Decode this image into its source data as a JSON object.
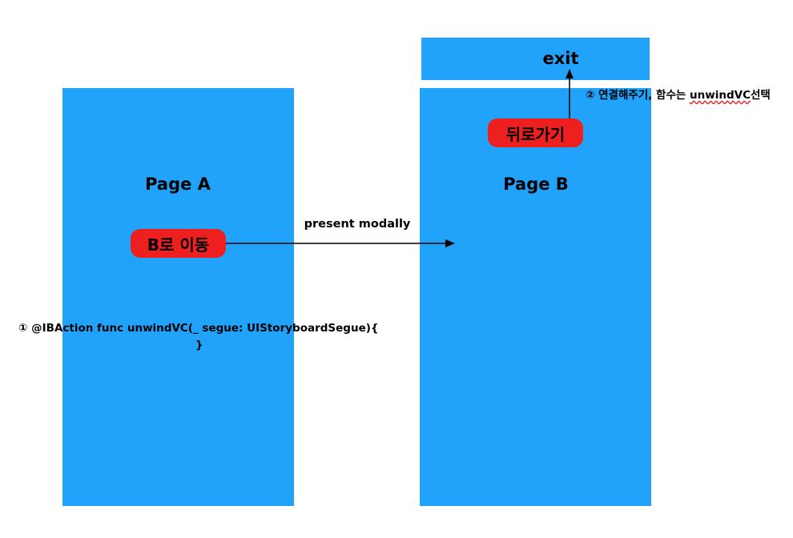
{
  "page_a": {
    "title": "Page A",
    "button_label": "B로 이동"
  },
  "page_b": {
    "title": "Page B",
    "button_label": "뒤로가기"
  },
  "exit": {
    "label": "exit"
  },
  "segue": {
    "label": "present modally"
  },
  "connect_note": {
    "prefix": "② 연결해주기, 함수는 ",
    "function_name": "unwindVC",
    "suffix": "선택"
  },
  "code": {
    "line1": "① @IBAction func unwindVC(_ segue: UIStoryboardSegue){",
    "line2": "}"
  },
  "colors": {
    "panel": "#22a3fb",
    "button": "#ee1f1f",
    "arrow": "#000000"
  }
}
